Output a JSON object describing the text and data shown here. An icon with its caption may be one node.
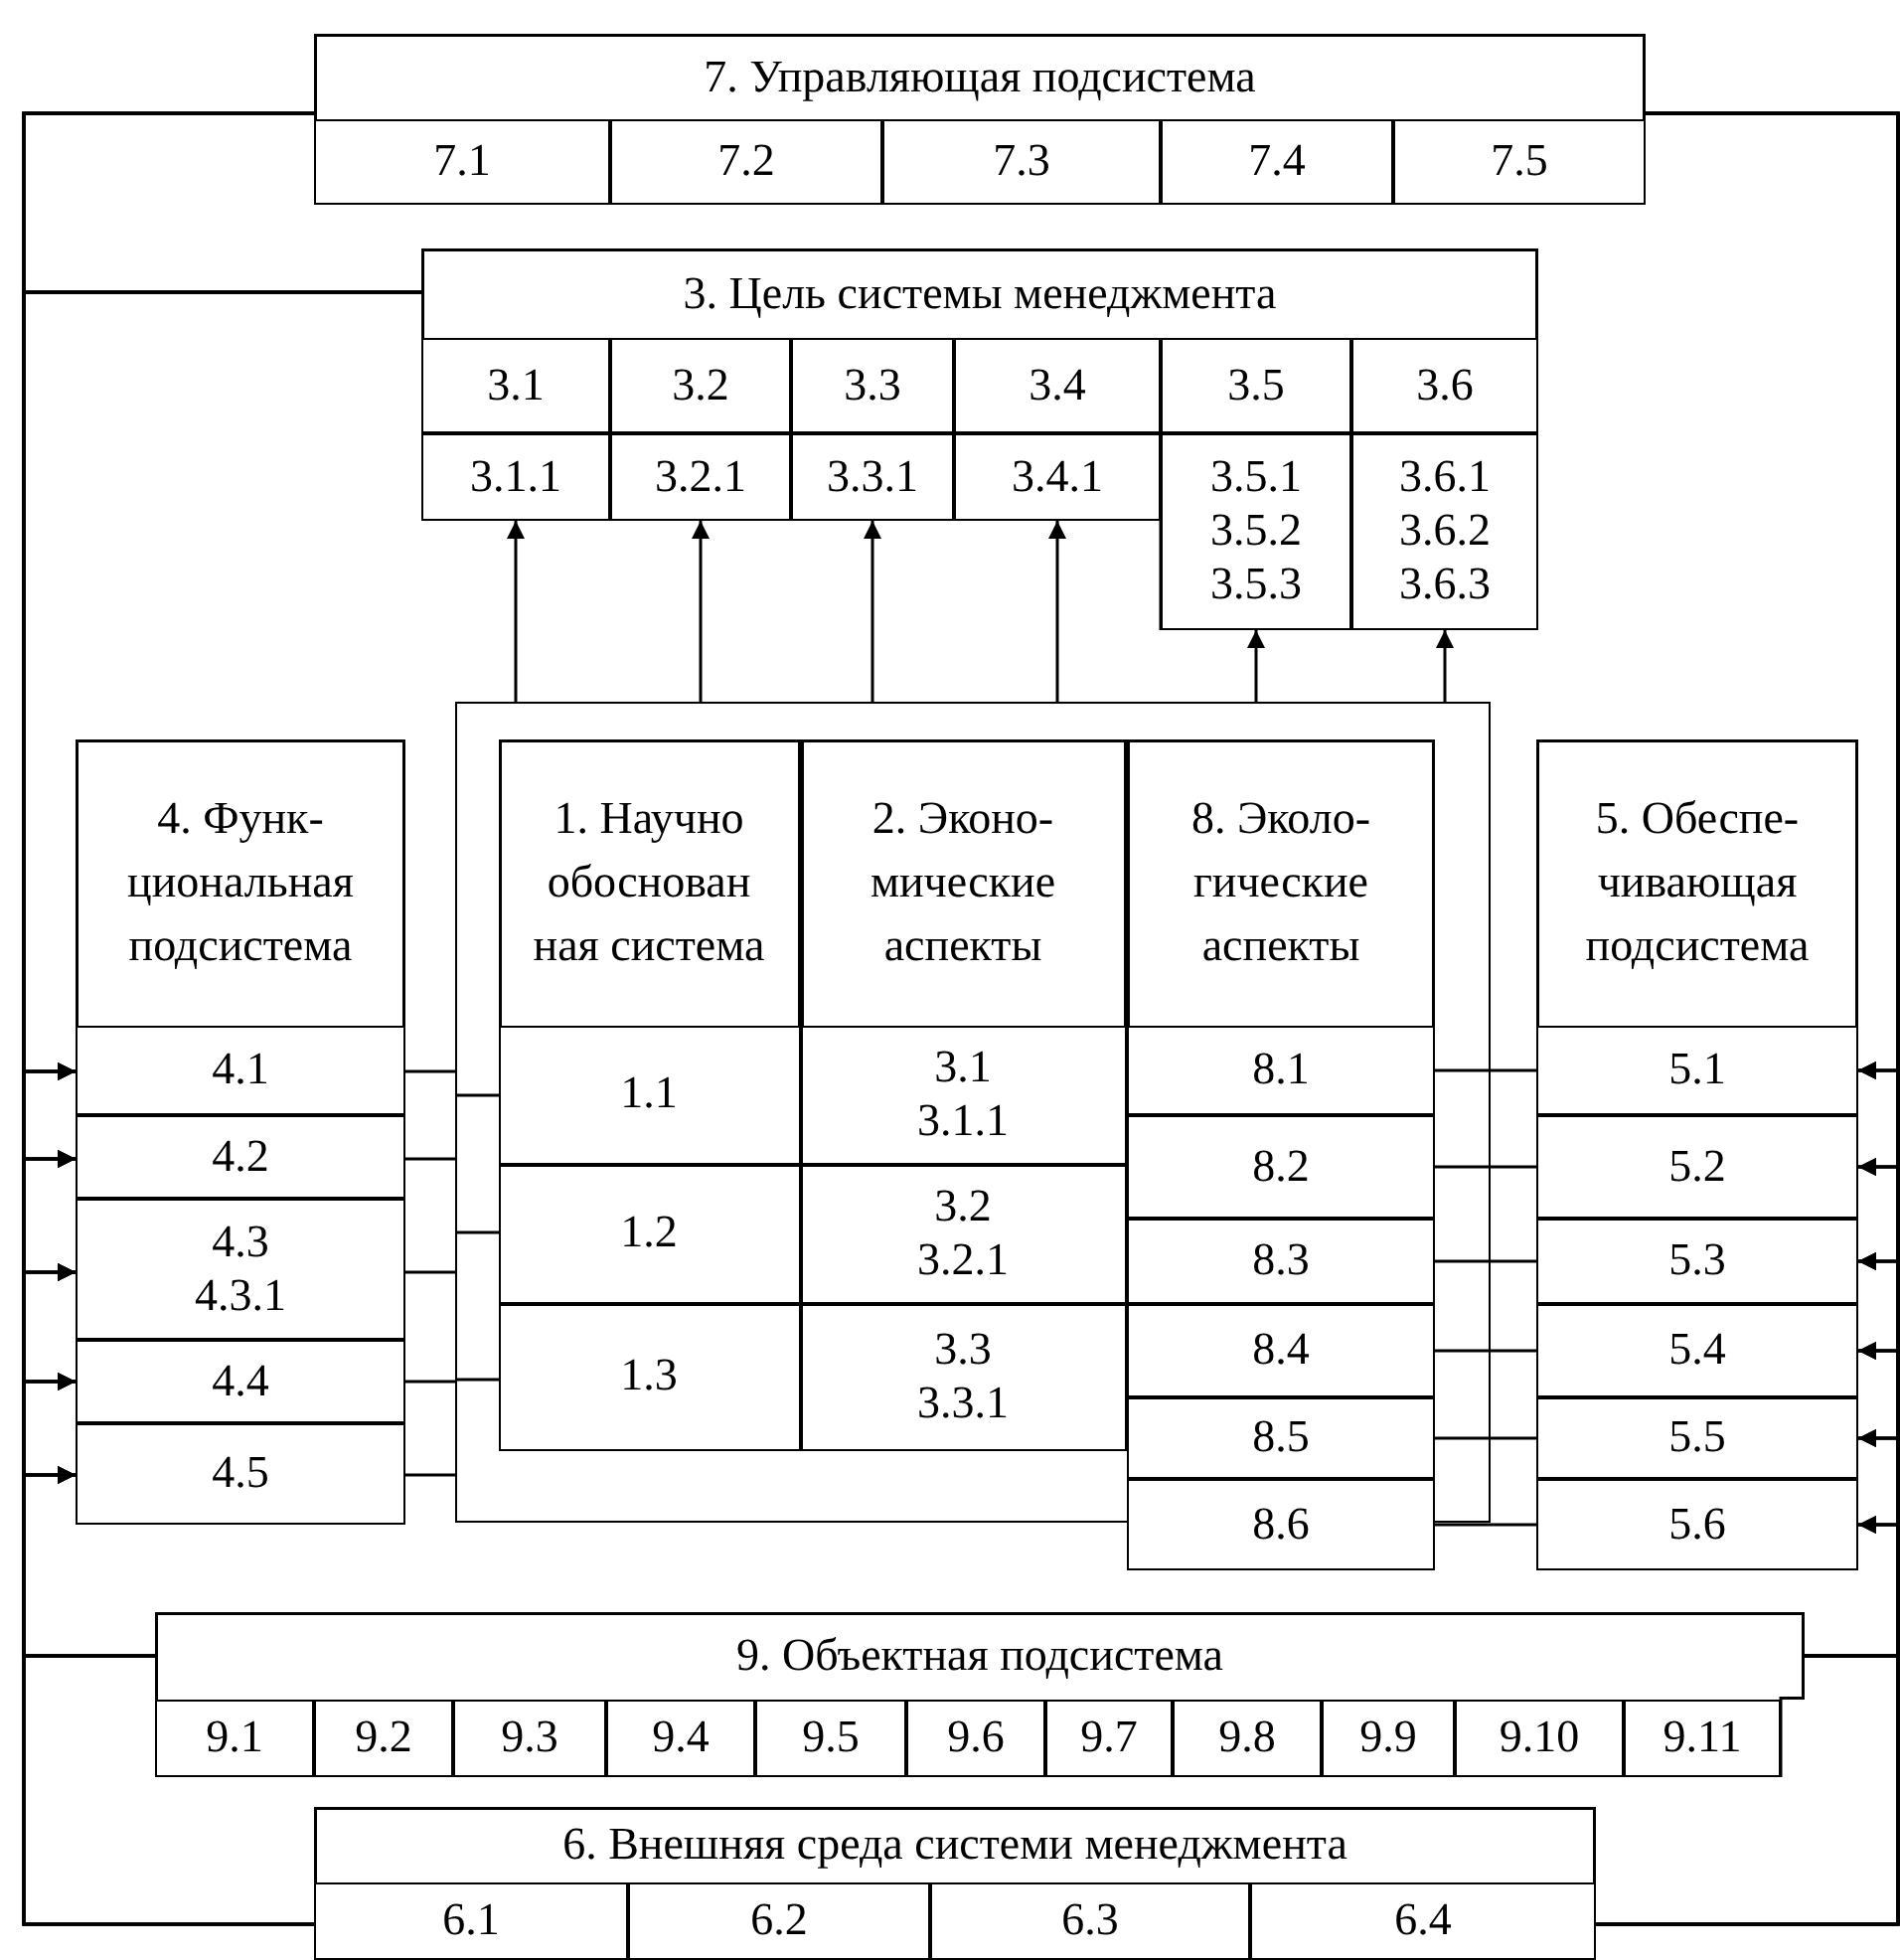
{
  "diagram": {
    "nodes": [
      {
        "text": [
          "7. Управляющая подсистема"
        ]
      },
      {
        "text": [
          "7.1"
        ],
        "in": 0
      },
      {
        "text": [
          "7.2"
        ],
        "in": 0
      },
      {
        "text": [
          "7.3"
        ],
        "in": 0
      },
      {
        "text": [
          "7.4"
        ],
        "in": 0
      },
      {
        "text": [
          "7.5"
        ],
        "in": 0
      },
      {
        "text": [
          "3. Цель системы менеджмента"
        ]
      },
      {
        "text": [
          "3.1"
        ],
        "in": 6
      },
      {
        "text": [
          "3.2"
        ],
        "in": 6
      },
      {
        "text": [
          "3.3"
        ],
        "in": 6
      },
      {
        "text": [
          "3.4"
        ],
        "in": 6
      },
      {
        "text": [
          "3.5"
        ],
        "in": 6
      },
      {
        "text": [
          "3.6"
        ],
        "in": 6
      },
      {
        "text": [
          "3.1.1"
        ],
        "in": 6
      },
      {
        "text": [
          "3.2.1"
        ],
        "in": 6
      },
      {
        "text": [
          "3.3.1"
        ],
        "in": 6
      },
      {
        "text": [
          "3.4.1"
        ],
        "in": 6
      },
      {
        "text": [
          "3.5.1",
          "3.5.2",
          "3.5.3"
        ],
        "in": 6
      },
      {
        "text": [
          "3.6.1",
          "3.6.2",
          "3.6.3"
        ],
        "in": 6
      },
      {
        "text": [],
        "shape": "box"
      },
      {
        "text": [
          "4. Функ- циональная подсистема"
        ]
      },
      {
        "text": [
          "4.1"
        ],
        "in": 20
      },
      {
        "text": [
          "4.2"
        ],
        "in": 20
      },
      {
        "text": [
          "4.3",
          "4.3.1"
        ],
        "in": 20
      },
      {
        "text": [
          "4.4"
        ],
        "in": 20
      },
      {
        "text": [
          "4.5"
        ],
        "in": 20
      },
      {
        "text": [
          "1. Научно обоснован ная система"
        ],
        "in": 19
      },
      {
        "text": [
          "1.1"
        ],
        "in": 26
      },
      {
        "text": [
          "1.2"
        ],
        "in": 26
      },
      {
        "text": [
          "1.3"
        ],
        "in": 26
      },
      {
        "text": [
          "2. Эконо- мические аспекты"
        ],
        "in": 19
      },
      {
        "text": [
          "3.1",
          "3.1.1"
        ],
        "in": 30
      },
      {
        "text": [
          "3.2",
          "3.2.1"
        ],
        "in": 30
      },
      {
        "text": [
          "3.3",
          "3.3.1"
        ],
        "in": 30
      },
      {
        "text": [
          "8. Эколо- гические аспекты"
        ]
      },
      {
        "text": [
          "8.1"
        ],
        "in": 34
      },
      {
        "text": [
          "8.2"
        ],
        "in": 34
      },
      {
        "text": [
          "8.3"
        ],
        "in": 34
      },
      {
        "text": [
          "8.4"
        ],
        "in": 34
      },
      {
        "text": [
          "8.5"
        ],
        "in": 34
      },
      {
        "text": [
          "8.6"
        ],
        "in": 34
      },
      {
        "text": [
          "5. Обеспе- чивающая подсистема"
        ]
      },
      {
        "text": [
          "5.1"
        ],
        "in": 41
      },
      {
        "text": [
          "5.2"
        ],
        "in": 41
      },
      {
        "text": [
          "5.3"
        ],
        "in": 41
      },
      {
        "text": [
          "5.4"
        ],
        "in": 41
      },
      {
        "text": [
          "5.5"
        ],
        "in": 41
      },
      {
        "text": [
          "5.6"
        ],
        "in": 41
      },
      {
        "text": [
          "9. Объектная подсистема"
        ]
      },
      {
        "text": [
          "9.1"
        ],
        "in": 48
      },
      {
        "text": [
          "9.2"
        ],
        "in": 48
      },
      {
        "text": [
          "9.3"
        ],
        "in": 48
      },
      {
        "text": [
          "9.4"
        ],
        "in": 48
      },
      {
        "text": [
          "9.5"
        ],
        "in": 48
      },
      {
        "text": [
          "9.6"
        ],
        "in": 48
      },
      {
        "text": [
          "9.7"
        ],
        "in": 48
      },
      {
        "text": [
          "9.8"
        ],
        "in": 48
      },
      {
        "text": [
          "9.9"
        ],
        "in": 48
      },
      {
        "text": [
          "9.10"
        ],
        "in": 48
      },
      {
        "text": [
          "9.11"
        ],
        "in": 48
      },
      {
        "text": [
          "6. Внешняя среда системи менеджмента"
        ]
      },
      {
        "text": [
          "6.1"
        ],
        "in": 60
      },
      {
        "text": [
          "6.2"
        ],
        "in": 60
      },
      {
        "text": [
          "6.3"
        ],
        "in": 60
      },
      {
        "text": [
          "6.4"
        ],
        "in": 60
      }
    ],
    "edges": [
      {
        "from": 0,
        "to": 21,
        "arrow": "to"
      },
      {
        "from": 0,
        "to": 22,
        "arrow": "to"
      },
      {
        "from": 0,
        "to": 23,
        "arrow": "to"
      },
      {
        "from": 0,
        "to": 24,
        "arrow": "to"
      },
      {
        "from": 0,
        "to": 25,
        "arrow": "to"
      },
      {
        "from": 6,
        "to": 21,
        "arrow": "to"
      },
      {
        "from": 6,
        "to": 22,
        "arrow": "to"
      },
      {
        "from": 6,
        "to": 23,
        "arrow": "to"
      },
      {
        "from": 6,
        "to": 24,
        "arrow": "to"
      },
      {
        "from": 6,
        "to": 25,
        "arrow": "to"
      },
      {
        "from": 48,
        "to": 21,
        "arrow": "to"
      },
      {
        "from": 48,
        "to": 22,
        "arrow": "to"
      },
      {
        "from": 48,
        "to": 23,
        "arrow": "to"
      },
      {
        "from": 48,
        "to": 24,
        "arrow": "to"
      },
      {
        "from": 48,
        "to": 25,
        "arrow": "to"
      },
      {
        "from": 60,
        "to": 21,
        "arrow": "to"
      },
      {
        "from": 60,
        "to": 22,
        "arrow": "to"
      },
      {
        "from": 60,
        "to": 23,
        "arrow": "to"
      },
      {
        "from": 60,
        "to": 24,
        "arrow": "to"
      },
      {
        "from": 60,
        "to": 25,
        "arrow": "to"
      },
      {
        "from": 0,
        "to": 42,
        "arrow": "to"
      },
      {
        "from": 0,
        "to": 43,
        "arrow": "to"
      },
      {
        "from": 0,
        "to": 44,
        "arrow": "to"
      },
      {
        "from": 0,
        "to": 45,
        "arrow": "to"
      },
      {
        "from": 0,
        "to": 46,
        "arrow": "to"
      },
      {
        "from": 0,
        "to": 47,
        "arrow": "to"
      },
      {
        "from": 48,
        "to": 42,
        "arrow": "to"
      },
      {
        "from": 48,
        "to": 43,
        "arrow": "to"
      },
      {
        "from": 48,
        "to": 44,
        "arrow": "to"
      },
      {
        "from": 48,
        "to": 45,
        "arrow": "to"
      },
      {
        "from": 48,
        "to": 46,
        "arrow": "to"
      },
      {
        "from": 48,
        "to": 47,
        "arrow": "to"
      },
      {
        "from": 60,
        "to": 42,
        "arrow": "to"
      },
      {
        "from": 60,
        "to": 43,
        "arrow": "to"
      },
      {
        "from": 60,
        "to": 44,
        "arrow": "to"
      },
      {
        "from": 60,
        "to": 45,
        "arrow": "to"
      },
      {
        "from": 60,
        "to": 46,
        "arrow": "to"
      },
      {
        "from": 60,
        "to": 47,
        "arrow": "to"
      },
      {
        "from": 19,
        "to": 13,
        "arrow": "to"
      },
      {
        "from": 19,
        "to": 14,
        "arrow": "to"
      },
      {
        "from": 19,
        "to": 15,
        "arrow": "to"
      },
      {
        "from": 19,
        "to": 16,
        "arrow": "to"
      },
      {
        "from": 19,
        "to": 17,
        "arrow": "to"
      },
      {
        "from": 19,
        "to": 18,
        "arrow": "to"
      },
      {
        "from": 21,
        "to": 19,
        "arrow": "none"
      },
      {
        "from": 22,
        "to": 19,
        "arrow": "none"
      },
      {
        "from": 23,
        "to": 19,
        "arrow": "none"
      },
      {
        "from": 24,
        "to": 19,
        "arrow": "none"
      },
      {
        "from": 25,
        "to": 19,
        "arrow": "none"
      },
      {
        "from": 19,
        "to": 27,
        "arrow": "none"
      },
      {
        "from": 19,
        "to": 28,
        "arrow": "none"
      },
      {
        "from": 19,
        "to": 29,
        "arrow": "none"
      },
      {
        "from": 35,
        "to": 42,
        "arrow": "none"
      },
      {
        "from": 36,
        "to": 43,
        "arrow": "none"
      },
      {
        "from": 37,
        "to": 44,
        "arrow": "none"
      },
      {
        "from": 38,
        "to": 45,
        "arrow": "none"
      },
      {
        "from": 39,
        "to": 46,
        "arrow": "none"
      },
      {
        "from": 40,
        "to": 47,
        "arrow": "none"
      }
    ]
  }
}
